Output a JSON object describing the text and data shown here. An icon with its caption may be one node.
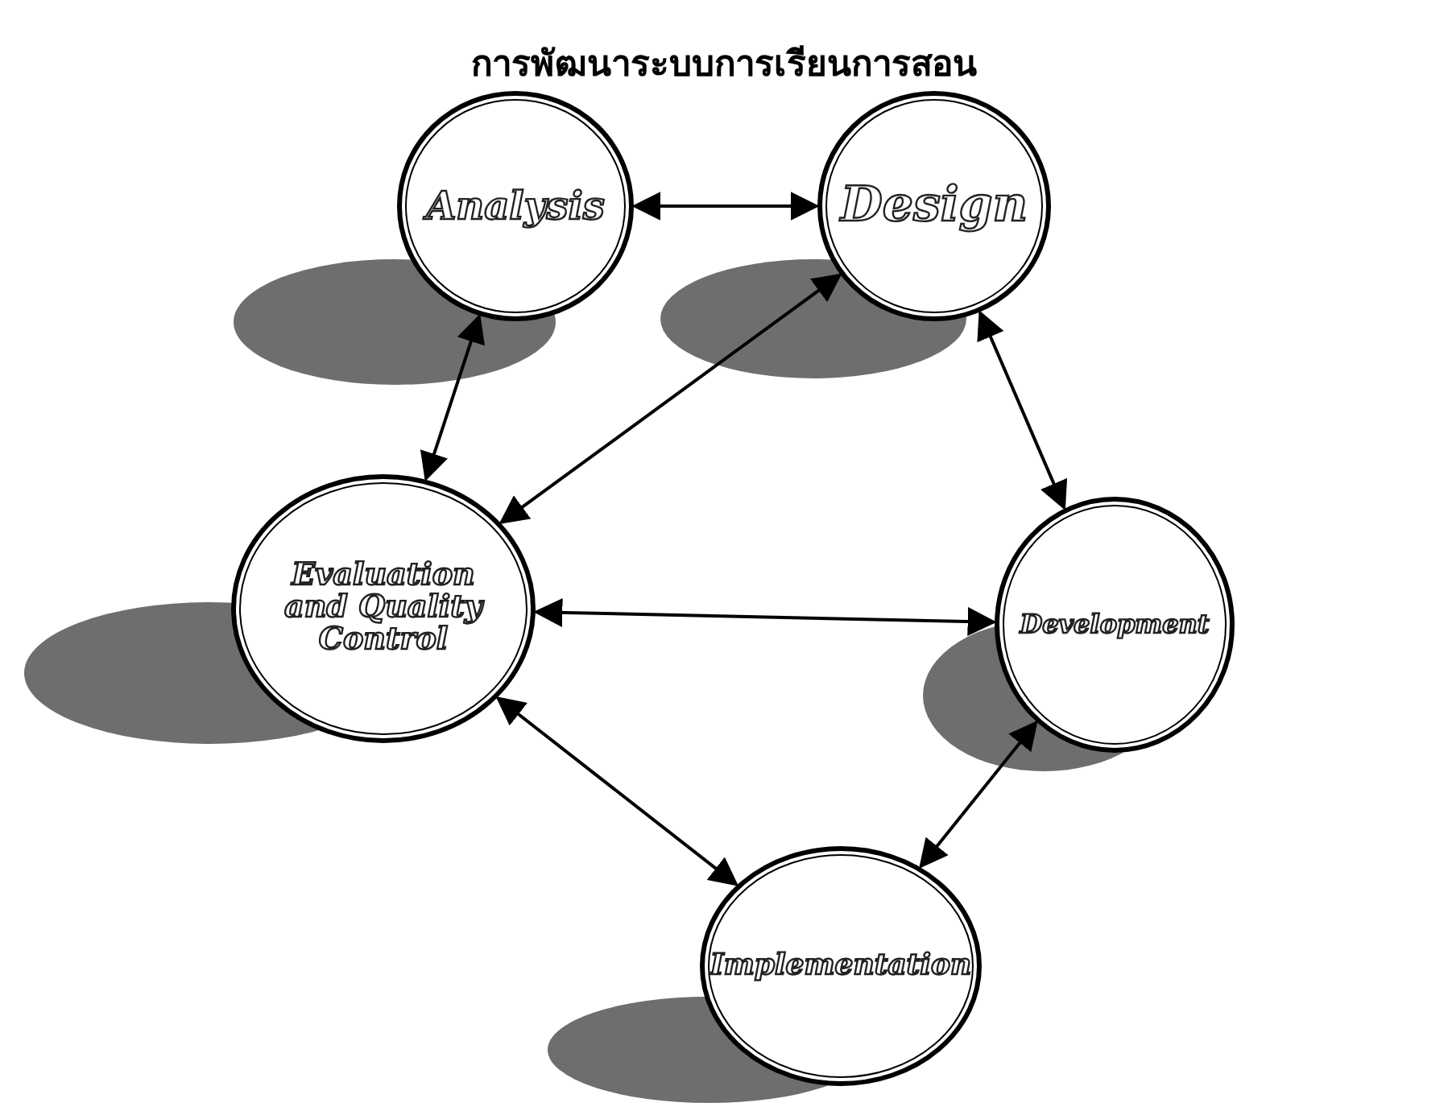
{
  "diagram": {
    "title": "การพัฒนาระบบการเรียนการสอน",
    "nodes": [
      {
        "text": [
          "Analysis"
        ]
      },
      {
        "text": [
          "Design"
        ]
      },
      {
        "text": [
          "Evaluation and Quality Control"
        ]
      },
      {
        "text": [
          "Development"
        ]
      },
      {
        "text": [
          "Implementation"
        ]
      }
    ],
    "edges": [
      {
        "from": 0,
        "to": 1,
        "arrow": "both"
      },
      {
        "from": 0,
        "to": 2,
        "arrow": "both"
      },
      {
        "from": 1,
        "to": 2,
        "arrow": "both"
      },
      {
        "from": 1,
        "to": 3,
        "arrow": "both"
      },
      {
        "from": 2,
        "to": 3,
        "arrow": "both"
      },
      {
        "from": 2,
        "to": 4,
        "arrow": "both"
      },
      {
        "from": 3,
        "to": 4,
        "arrow": "both"
      }
    ]
  }
}
